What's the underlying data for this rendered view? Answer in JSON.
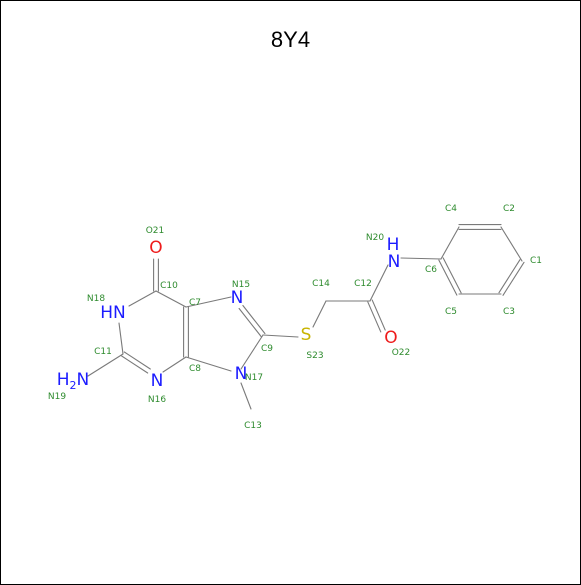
{
  "title": "8Y4",
  "colors": {
    "bond": "#7a7a7a",
    "nitrogen": "#1c1cff",
    "oxygen": "#ee1c1c",
    "sulfur": "#c8b400",
    "label": "#2e8b2e"
  },
  "atom_symbols": [
    {
      "id": "o21",
      "text": "O",
      "element": "O"
    },
    {
      "id": "n18",
      "text": "HN",
      "element": "N"
    },
    {
      "id": "n15",
      "text": "N",
      "element": "N"
    },
    {
      "id": "n16",
      "text": "N",
      "element": "N"
    },
    {
      "id": "n17",
      "text": "N",
      "element": "N"
    },
    {
      "id": "n19",
      "text": "H2N",
      "element": "N"
    },
    {
      "id": "s23",
      "text": "S",
      "element": "S"
    },
    {
      "id": "n20",
      "text": "H",
      "element": "N"
    },
    {
      "id": "n20b",
      "text": "N",
      "element": "N"
    },
    {
      "id": "o22",
      "text": "O",
      "element": "O"
    }
  ],
  "atom_labels": [
    "O21",
    "C10",
    "N18",
    "C7",
    "N15",
    "C11",
    "C9",
    "S23",
    "C8",
    "N17",
    "N16",
    "N19",
    "C13",
    "C14",
    "C12",
    "N20",
    "O22",
    "C4",
    "C2",
    "C6",
    "C1",
    "C5",
    "C3"
  ]
}
